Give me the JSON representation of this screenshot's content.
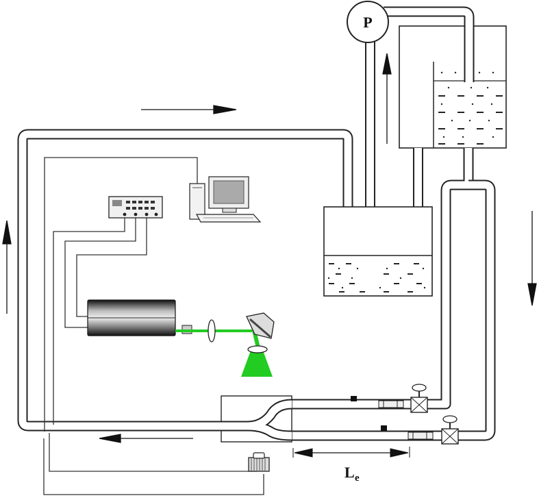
{
  "diagram": {
    "pump_label": "P",
    "length_label": "L",
    "length_subscript": "e"
  },
  "colors": {
    "laser_beam": "#22cc22",
    "line": "#222222",
    "background": "#ffffff"
  },
  "icons": [
    "pump-icon",
    "computer-icon",
    "function-generator-icon",
    "laser-icon",
    "lens-icon",
    "mirror-icon",
    "light-sheet-icon",
    "valve-icon",
    "camera-icon",
    "flow-arrow-icon"
  ]
}
